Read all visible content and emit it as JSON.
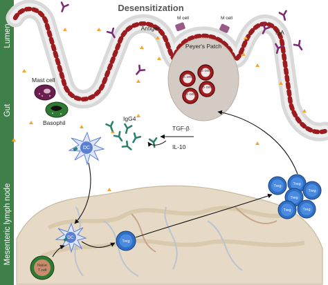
{
  "title": "Desensitization",
  "side_labels": {
    "lumen": "Lumen",
    "gut": "Gut",
    "lymph_node": "Mesenteric lymph node"
  },
  "labels": {
    "antigen": "Antigen",
    "m_cell_left": "M cell",
    "m_cell_right": "M cell",
    "peyers_patch": "Peyer's Patch",
    "iga": "IgA",
    "mast_cell": "Mast cell",
    "basophil": "Basophil",
    "igg4": "IgG4",
    "tgf_beta": "TGF-β",
    "il10": "IL-10",
    "dc_top": "DC",
    "dc_bottom": "DC",
    "naive_t_cell_1": "Naive",
    "naive_t_cell_2": "T cell",
    "treg_single": "Treg"
  },
  "b_cells": [
    "B cell",
    "B cell",
    "B cell",
    "B cell"
  ],
  "treg_cluster": [
    "Treg",
    "Treg",
    "Treg",
    "Treg",
    "Treg",
    "Treg"
  ],
  "colors": {
    "side_bar": "#3f7f4a",
    "epithelium_cell": "#9b1b1e",
    "b_cell": "#a31c1f",
    "treg": "#2f6fc4",
    "dc": "#5c7fd0",
    "mast_cell": "#6a1d4f",
    "basophil": "#2f7a33",
    "antibody_igg4": "#2d7f6f",
    "antibody_iga": "#7a2a73",
    "antigen": "#f2a531",
    "lymph_node": "#e6dac6"
  }
}
